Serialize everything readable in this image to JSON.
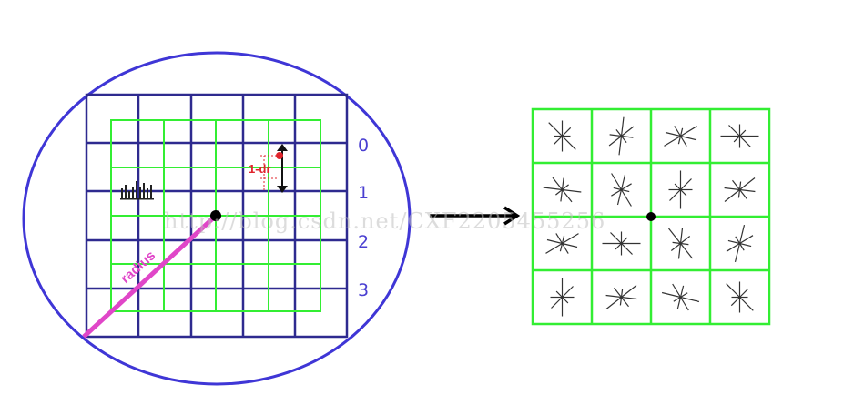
{
  "left_panel": {
    "row_labels": [
      "0",
      "1",
      "2",
      "3"
    ],
    "dr_label": "1-dr",
    "radius_label": "radius"
  },
  "watermark": "http://blog.csdn.net/CXF2205455256",
  "colors": {
    "outer_grid": "#2e2a8f",
    "inner_grid": "#33ee33",
    "circle": "#3f36d6",
    "radius": "#e046c8",
    "marker": "#e0242c",
    "labels": "#4a3fd1",
    "arrow": "#000000"
  },
  "icons": {
    "histogram": "histogram-icon",
    "center": "center-dot-icon",
    "arrow": "right-arrow-icon",
    "gradient": "gradient-star-icon"
  }
}
